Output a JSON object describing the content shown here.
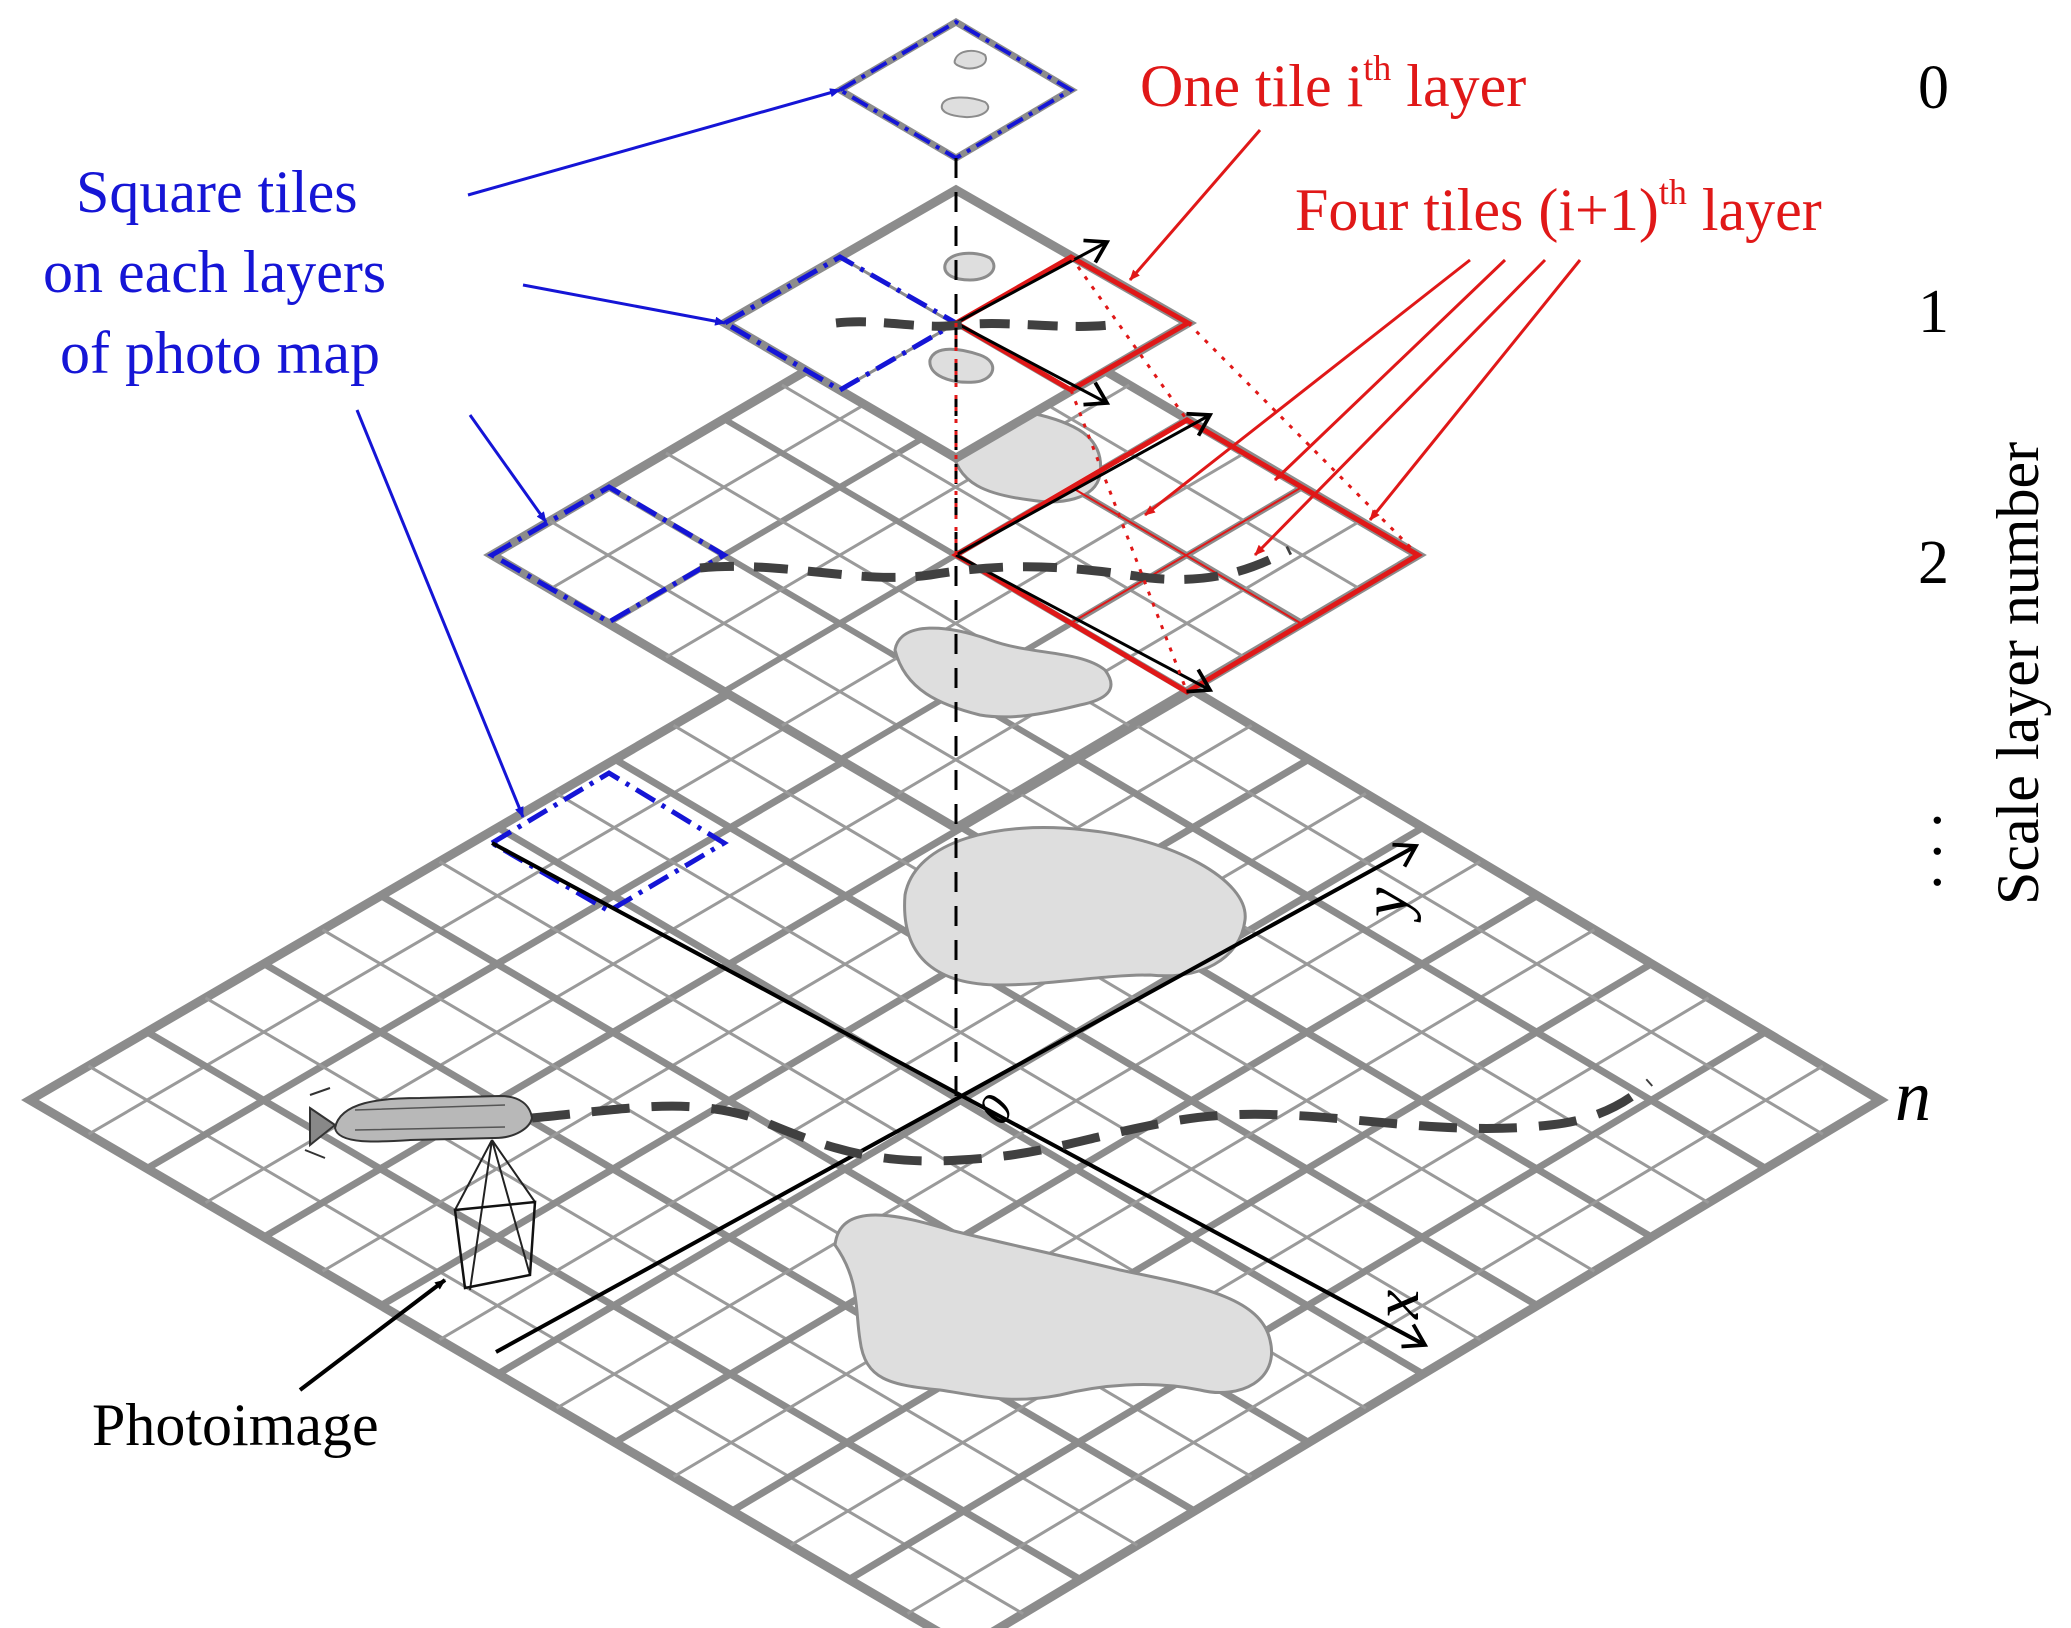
{
  "labels": {
    "blue_caption": [
      "Square tiles",
      "on each layers",
      "of photo map"
    ],
    "red_one_tile": {
      "text": "One tile i",
      "sup": "th",
      "tail": " layer"
    },
    "red_four_tiles": {
      "text": "Four tiles (i+1)",
      "sup": "th",
      "tail": " layer"
    },
    "photoimage": "Photoimage",
    "scale_axis_title": "Scale layer number",
    "layer_numbers": [
      "0",
      "1",
      "2"
    ],
    "ellipsis": ". . .",
    "axis_x": "x",
    "axis_y": "y",
    "axis_n": "n",
    "origin": "0"
  },
  "colors": {
    "tile_outline": "#8c8c8c",
    "thin_grid": "#9a9a9a",
    "highlight_red": "#e01818",
    "highlight_blue": "#1515d6",
    "blob_fill": "#dedede",
    "blob_stroke": "#8c8c8c",
    "path_dash": "#404040"
  },
  "layers": [
    {
      "name": "layer-0",
      "tiles": 1
    },
    {
      "name": "layer-1",
      "tiles": 2
    },
    {
      "name": "layer-2",
      "tiles": 4
    },
    {
      "name": "layer-n",
      "tiles": 8
    }
  ],
  "icons": [
    "underwater-vehicle-icon",
    "camera-frustum-icon"
  ]
}
